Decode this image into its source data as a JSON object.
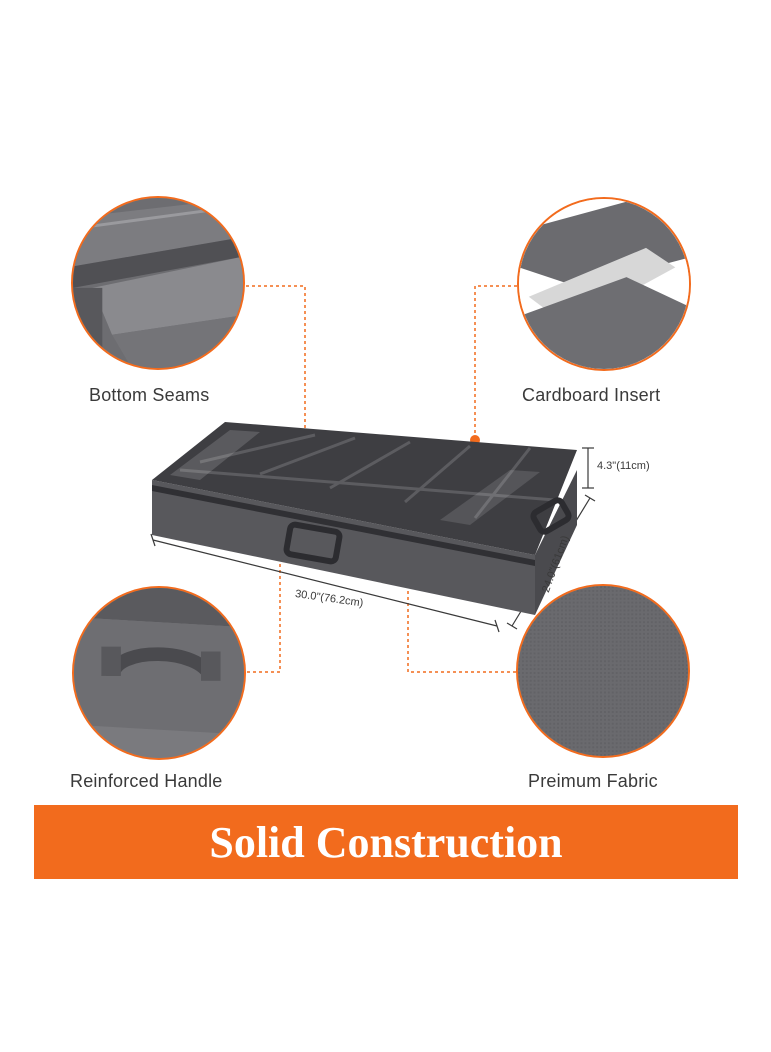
{
  "callouts": {
    "bottom_seams": "Bottom Seams",
    "cardboard_insert": "Cardboard Insert",
    "reinforced_handle": "Reinforced Handle",
    "premium_fabric": "Preimum Fabric"
  },
  "dimensions": {
    "height": "4.3\"(11cm)",
    "length": "30.0\"(76.2cm)",
    "depth": "24.0\"(61cm)"
  },
  "banner": {
    "text": "Solid Construction"
  },
  "colors": {
    "accent": "#f26b1d",
    "fabric": "#5a5a5e",
    "text": "#3a3a3a"
  }
}
